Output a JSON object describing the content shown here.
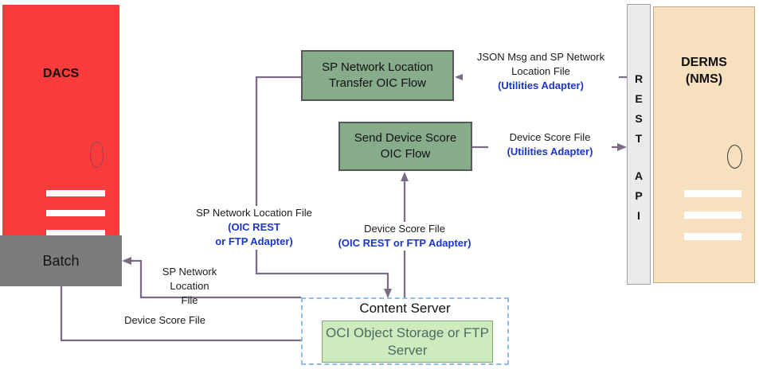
{
  "diagram": {
    "title": "DACS to DERMS integration via OIC flows",
    "nodes": {
      "dacs": {
        "label": "DACS"
      },
      "batch": {
        "label": "Batch"
      },
      "sp_flow": {
        "label": "SP Network Location Transfer OIC Flow"
      },
      "score_flow": {
        "label": "Send Device Score OIC Flow"
      },
      "content_server": {
        "title": "Content Server",
        "inner": "OCI Object Storage or FTP Server"
      },
      "rest_api": {
        "letters": [
          "R",
          "E",
          "S",
          "T",
          "A",
          "P",
          "I"
        ]
      },
      "derms": {
        "label": "DERMS\n(NMS)"
      }
    },
    "edge_labels": {
      "json_msg": {
        "text": "JSON Msg and SP Network Location File",
        "adapter": "(Utilities Adapter)"
      },
      "device_score_ua": {
        "text": "Device Score File",
        "adapter": "(Utilities Adapter)"
      },
      "spn_oic": {
        "text": "SP Network Location File",
        "adapter_line1": "(OIC REST",
        "adapter_line2": "or FTP Adapter)"
      },
      "device_score_oic": {
        "text": "Device Score File",
        "adapter": "(OIC REST or FTP Adapter)"
      },
      "spn_file": {
        "line1": "SP Network",
        "line2": "Location",
        "line3": "File"
      },
      "device_score_bottom": {
        "text": "Device Score File"
      }
    },
    "colors": {
      "dacs_red": "#f93b3b",
      "batch_gray": "#7b7b7b",
      "flow_green": "#87ac8c",
      "oci_green_fill": "#cdebbd",
      "oci_text": "#4f6a64",
      "derms_tan": "#f6e0be",
      "rest_gray": "#eceaea",
      "arrow_purple": "#7b6c86",
      "adapter_blue": "#1b35c8",
      "dashed_blue": "#8fbce8"
    }
  }
}
